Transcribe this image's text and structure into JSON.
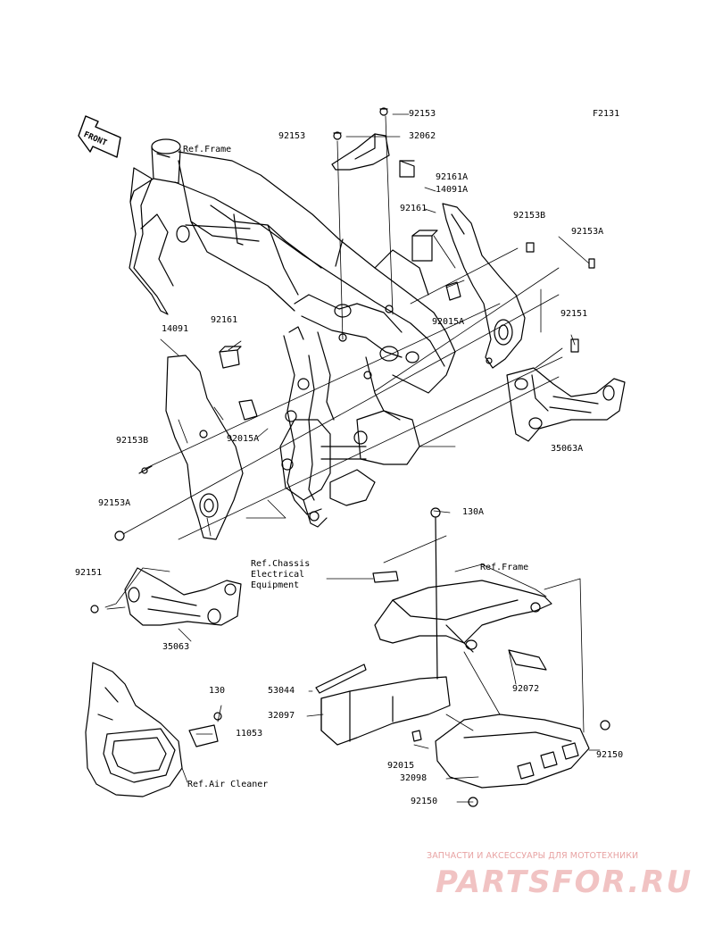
{
  "figure_code": "F2131",
  "front_label": "FRONT",
  "references": {
    "frame_top": "Ref.Frame",
    "chassis": "Ref.Chassis\nElectrical\nEquipment",
    "frame_bottom": "Ref.Frame",
    "air_cleaner": "Ref.Air Cleaner"
  },
  "parts": {
    "p92153_top": "92153",
    "p92153_left": "92153",
    "p32062": "32062",
    "p92161A": "92161A",
    "p14091A": "14091A",
    "p92161_upper": "92161",
    "p92153B_right": "92153B",
    "p92153A_right": "92153A",
    "p92015A_right": "92015A",
    "p92151_right": "92151",
    "p35063A": "35063A",
    "p14091": "14091",
    "p92161_left": "92161",
    "p92153B_left": "92153B",
    "p92015A_left": "92015A",
    "p92153A_left": "92153A",
    "p130A": "130A",
    "p92151_left": "92151",
    "p35063": "35063",
    "p53044": "53044",
    "p32097": "32097",
    "p92072": "92072",
    "p130": "130",
    "p11053": "11053",
    "p92015": "92015",
    "p32098": "32098",
    "p92150_right": "92150",
    "p92150_bottom": "92150"
  },
  "watermark": {
    "tagline": "ЗАПЧАСТИ И АКСЕССУАРЫ ДЛЯ МОТОТЕХНИКИ",
    "logo": "PARTSFOR.RU"
  }
}
